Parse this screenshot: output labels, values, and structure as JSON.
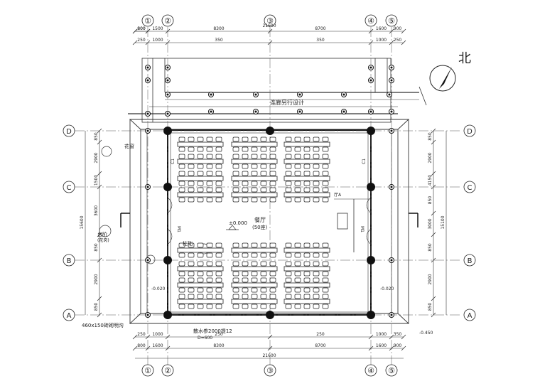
{
  "grid_columns": [
    "①",
    "②",
    "③",
    "④",
    "⑤"
  ],
  "grid_rows": [
    "D",
    "C",
    "B",
    "A"
  ],
  "north_label": "北",
  "top_dims_row1": [
    "800",
    "1500",
    "8300",
    "8700",
    "1600",
    "900"
  ],
  "top_dims_row2": [
    "250",
    "1000",
    "350",
    "350",
    "1000",
    "250"
  ],
  "top_total": "21600",
  "bottom_dims_row1": [
    "250",
    "1000",
    "250",
    "250",
    "1000",
    "350"
  ],
  "bottom_dims_row2": [
    "800",
    "1600",
    "8300",
    "8700",
    "1600",
    "900"
  ],
  "bottom_total": "21600",
  "left_dims": [
    "850",
    "2900",
    "1500",
    "3600",
    "850",
    "2900",
    "850"
  ],
  "left_total": "15600",
  "right_dims": [
    "850",
    "2900",
    "4150",
    "850",
    "3000",
    "850",
    "2900",
    "850"
  ],
  "right_total": "15100",
  "corridor_note": "连廊另行设计",
  "room_name": "餐厅",
  "room_capacity": "(50座)",
  "elevation_main": "±0.000",
  "elevation_side_left": "-0.020",
  "elevation_side_right": "-0.020",
  "elevation_outside": "-0.450",
  "platform_label": "台阶",
  "platform_sub": "(花岗)",
  "column_label": "柱础",
  "wall_label_left": "花窗",
  "window_code_left": "C1",
  "window_code_right": "C1",
  "door_code_left": "M1",
  "door_code_right": "M1",
  "drain_note_left": "460x150砖砌明沟",
  "drain_note_bottom": "散水参2000提12",
  "drain_note_bottom_sub": "D=600",
  "side_room_label": "厅A"
}
